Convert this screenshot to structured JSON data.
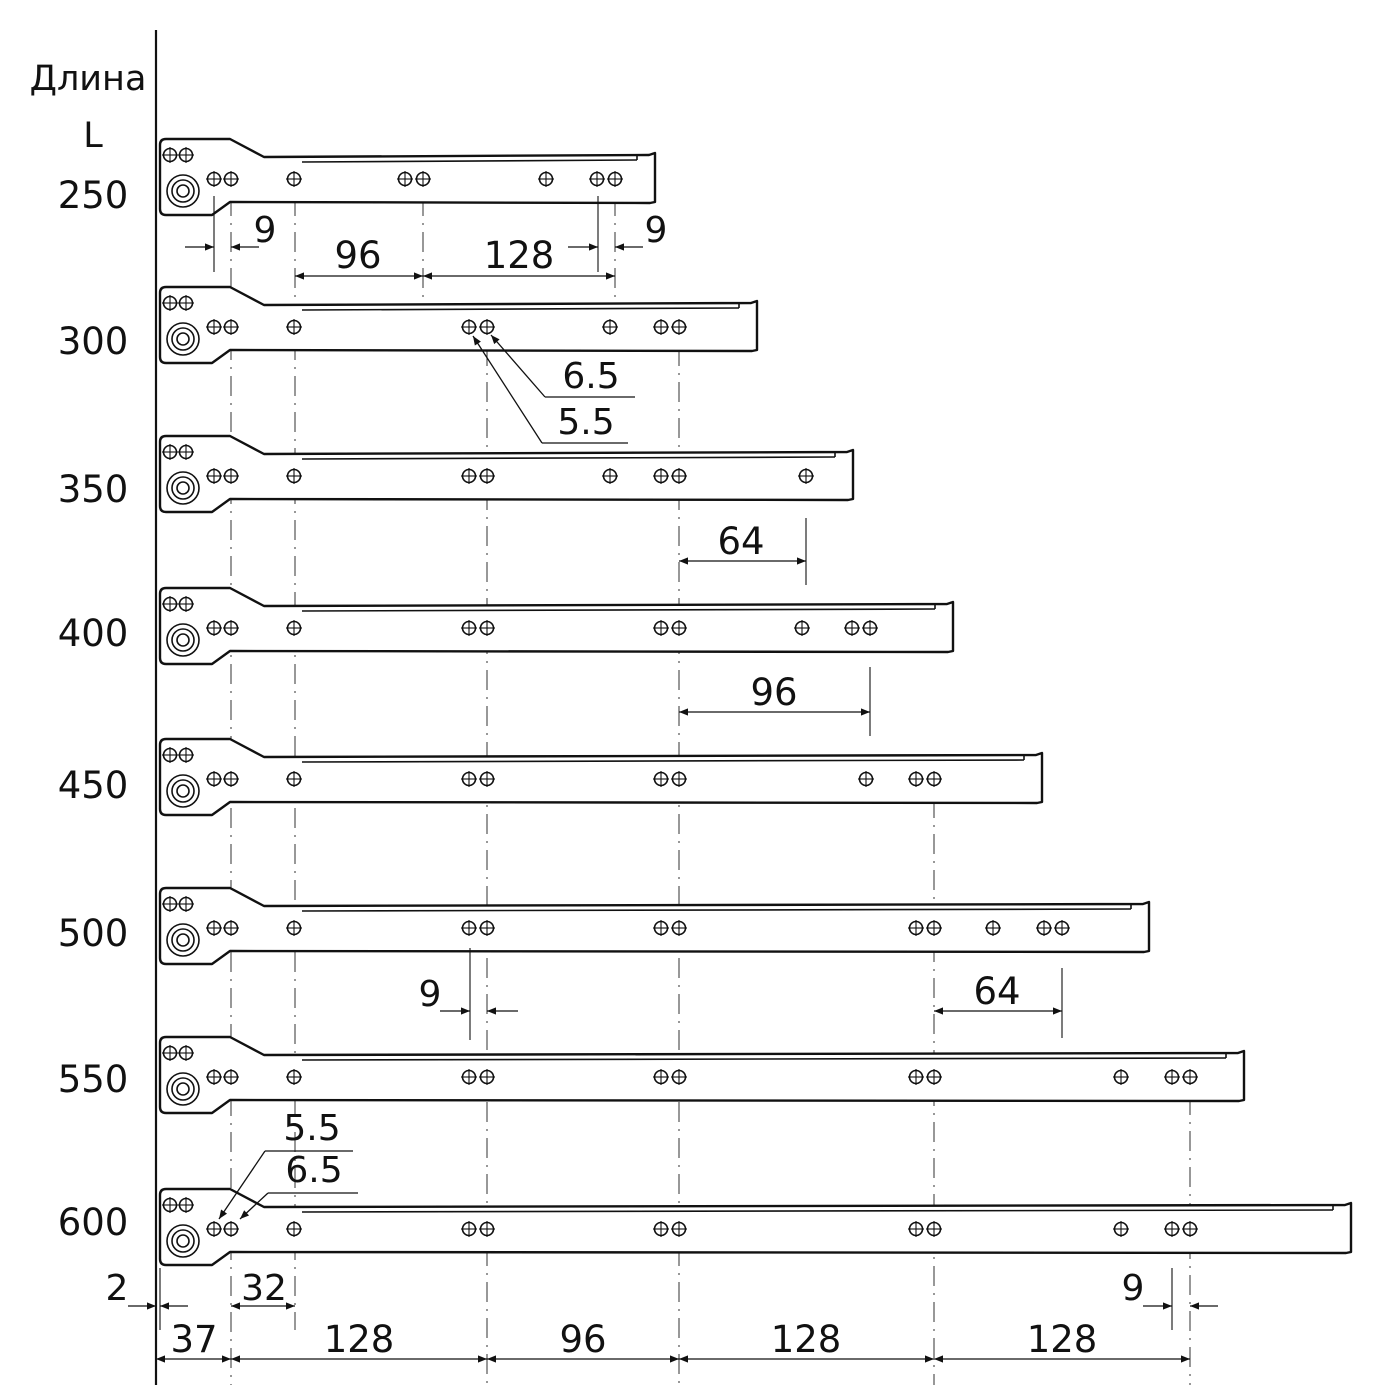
{
  "header": {
    "line1": "Длина",
    "line2": "L"
  },
  "lengths": [
    "250",
    "300",
    "350",
    "400",
    "450",
    "500",
    "550",
    "600"
  ],
  "dimensions": {
    "r250_left_gap": "9",
    "r250_first": "96",
    "r250_second": "128",
    "r250_right_gap": "9",
    "r300_hole_a": "6.5",
    "r300_hole_b": "5.5",
    "r350_span": "64",
    "r400_span": "96",
    "r500_gap": "9",
    "r500_span": "64",
    "r600_hole_a": "5.5",
    "r600_hole_b": "6.5",
    "bottom_edge": "2",
    "bottom_pair": "32",
    "bottom_right_gap": "9",
    "bottom_chain": [
      "37",
      "128",
      "96",
      "128",
      "128"
    ]
  }
}
